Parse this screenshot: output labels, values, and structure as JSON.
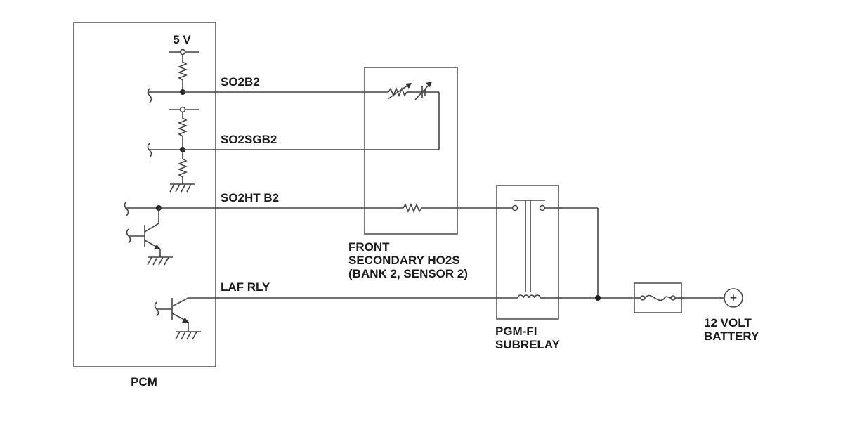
{
  "pcm": {
    "label": "PCM",
    "supply_label": "5 V"
  },
  "signals": {
    "so2b2": "SO2B2",
    "so2sgb2": "SO2SGB2",
    "so2htb2": "SO2HT B2",
    "lafrly": "LAF RLY"
  },
  "sensor": {
    "label_line1": "FRONT",
    "label_line2": "SECONDARY HO2S",
    "label_line3": "(BANK 2, SENSOR 2)"
  },
  "relay": {
    "label_line1": "PGM-FI",
    "label_line2": "SUBRELAY"
  },
  "battery": {
    "label_line1": "12 VOLT",
    "label_line2": "BATTERY",
    "symbol": "+"
  }
}
